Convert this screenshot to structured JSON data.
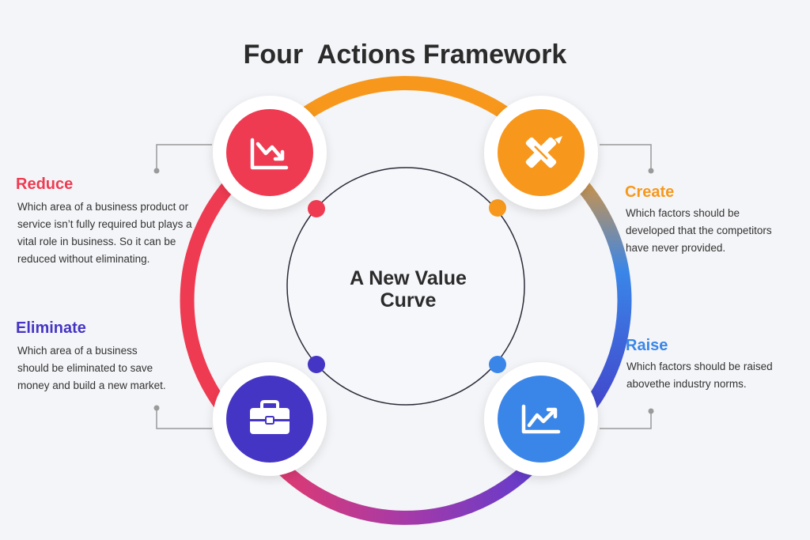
{
  "title": "Four  Actions Framework",
  "center": {
    "line1": "A New Value",
    "line2": "Curve"
  },
  "colors": {
    "reduce": "#ef3b52",
    "create": "#f7981c",
    "eliminate": "#4535c4",
    "raise": "#3a86e8",
    "background": "#f4f5f8"
  },
  "actions": {
    "reduce": {
      "label": "Reduce",
      "icon": "trending-down-chart-icon",
      "lines": [
        "Which area of a business product or",
        "service isn’t fully required but plays a",
        "vital role in business. So it can be",
        "reduced without eliminating."
      ]
    },
    "create": {
      "label": "Create",
      "icon": "pencil-ruler-icon",
      "lines": [
        "Which factors should be",
        "developed that the competitors",
        "have never provided."
      ]
    },
    "eliminate": {
      "label": "Eliminate",
      "icon": "briefcase-icon",
      "lines": [
        "Which area of a business",
        "should be eliminated to save",
        "money and build a new market."
      ]
    },
    "raise": {
      "label": "Raise",
      "icon": "trending-up-chart-icon",
      "lines": [
        "Which factors should be raised",
        "abovethe industry norms."
      ]
    }
  }
}
